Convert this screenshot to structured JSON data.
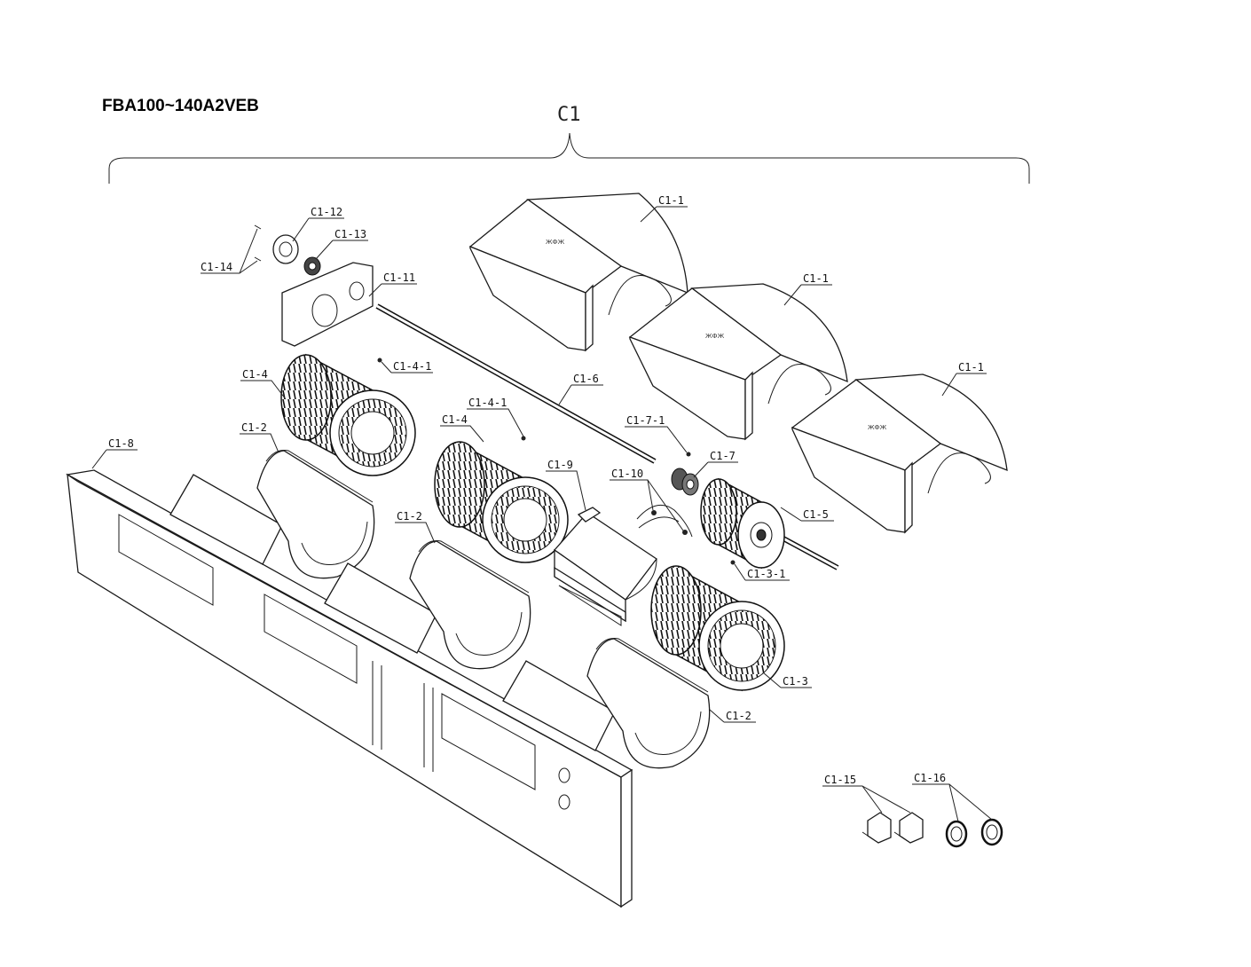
{
  "model": "FBA100~140A2VEB",
  "group": "C1",
  "labels": {
    "c1_1": "C1-1",
    "c1_2": "C1-2",
    "c1_3": "C1-3",
    "c1_3_1": "C1-3-1",
    "c1_4": "C1-4",
    "c1_4_1": "C1-4-1",
    "c1_5": "C1-5",
    "c1_6": "C1-6",
    "c1_7": "C1-7",
    "c1_7_1": "C1-7-1",
    "c1_8": "C1-8",
    "c1_9": "C1-9",
    "c1_10": "C1-10",
    "c1_11": "C1-11",
    "c1_12": "C1-12",
    "c1_13": "C1-13",
    "c1_14": "C1-14",
    "c1_15": "C1-15",
    "c1_16": "C1-16"
  }
}
